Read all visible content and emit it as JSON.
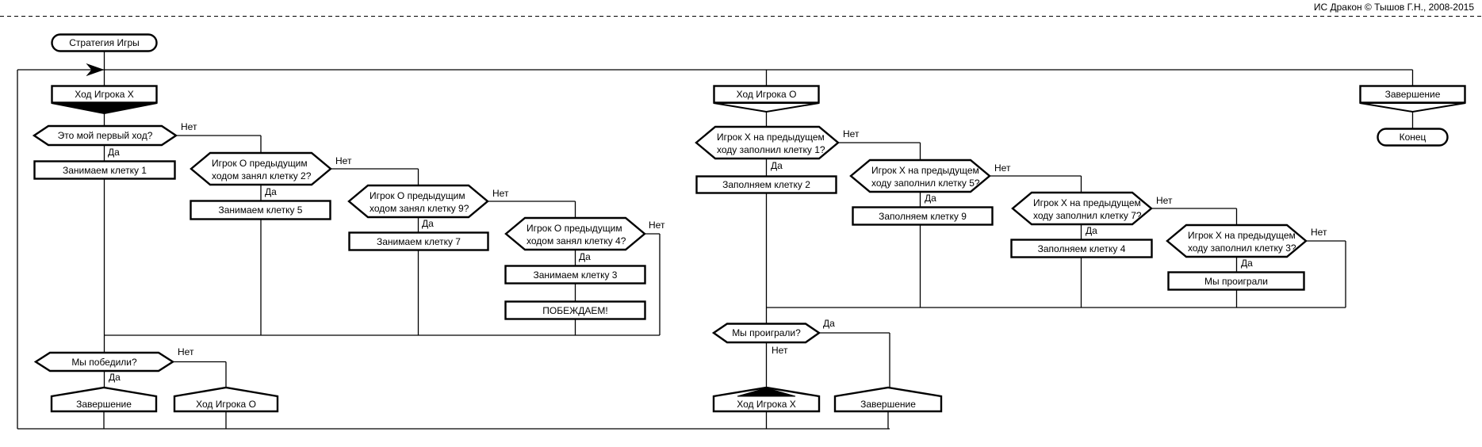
{
  "header": {
    "copyright": "ИС Дракон © Тышов Г.Н., 2008-2015"
  },
  "labels": {
    "yes": "Да",
    "no": "Нет"
  },
  "nodes": {
    "start": {
      "text": "Стратегия Игры"
    },
    "branch_x": {
      "text": "Ход Игрока X"
    },
    "q_first": {
      "text": "Это мой первый ход?"
    },
    "take1": {
      "text": "Занимаем клетку 1"
    },
    "q_o2": {
      "text": "Игрок О предыдущим ходом занял клетку 2?"
    },
    "take5": {
      "text": "Занимаем клетку 5"
    },
    "q_o9": {
      "text": "Игрок О предыдущим ходом занял клетку 9?"
    },
    "take7": {
      "text": "Занимаем клетку 7"
    },
    "q_o4": {
      "text": "Игрок О предыдущим ходом занял клетку 4?"
    },
    "take3": {
      "text": "Занимаем клетку 3"
    },
    "win": {
      "text": "ПОБЕЖДАЕМ!"
    },
    "q_won": {
      "text": "Мы победили?"
    },
    "addr_end_left": {
      "text": "Завершение"
    },
    "addr_o_left": {
      "text": "Ход Игрока О"
    },
    "branch_o": {
      "text": "Ход Игрока О"
    },
    "q_x1": {
      "text": "Игрок X на предыдущем ходу заполнил клетку 1?"
    },
    "fill2": {
      "text": "Заполняем клетку 2"
    },
    "q_x5": {
      "text": "Игрок X на предыдущем ходу заполнил клетку 5?"
    },
    "fill9": {
      "text": "Заполняем клетку 9"
    },
    "q_x7": {
      "text": "Игрок X на предыдущем ходу заполнил клетку 7?"
    },
    "fill4": {
      "text": "Заполняем клетку 4"
    },
    "q_x3": {
      "text": "Игрок X на предыдущем ходу заполнил клетку 3?"
    },
    "lost_action": {
      "text": "Мы проиграли"
    },
    "q_lost": {
      "text": "Мы проиграли?"
    },
    "addr_x_mid": {
      "text": "Ход Игрока X"
    },
    "addr_end_mid": {
      "text": "Завершение"
    },
    "branch_end": {
      "text": "Завершение"
    },
    "end": {
      "text": "Конец"
    }
  }
}
